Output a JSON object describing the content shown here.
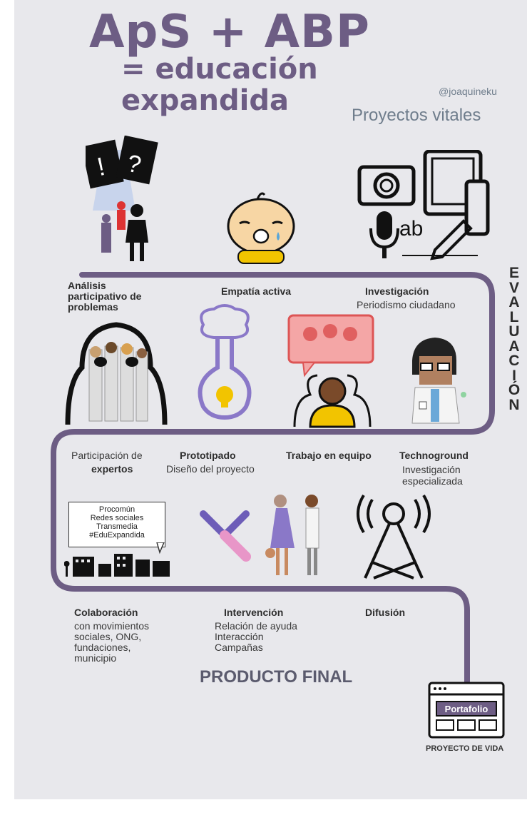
{
  "header": {
    "title_line1": "ApS + ABP",
    "title_line2": "= educación",
    "title_line3": "expandida",
    "author": "@joaquineku",
    "subtitle": "Proyectos vitales"
  },
  "evaluation_letters": [
    "E",
    "V",
    "A",
    "L",
    "U",
    "A",
    "C",
    "I",
    "Ó",
    "N"
  ],
  "row1": {
    "analisis": "Análisis participativo de problemas",
    "empatia": "Empatía activa",
    "investigacion": "Investigación",
    "investigacion_sub": "Periodismo ciudadano"
  },
  "row2": {
    "participacion_pre": "Participación de",
    "participacion_bold": "expertos",
    "prototipado": "Prototipado",
    "prototipado_sub": "Diseño del proyecto",
    "trabajo": "Trabajo en equipo",
    "techno": "Technoground",
    "techno_sub1": "Investigación",
    "techno_sub2": "especializada"
  },
  "bubble": {
    "line1": "Procomún",
    "line2": "Redes sociales",
    "line3": "Transmedia",
    "line4": "#EduExpandida"
  },
  "row3": {
    "colaboracion": "Colaboración",
    "colaboracion_sub1": "con movimientos",
    "colaboracion_sub2": "sociales, ONG,",
    "colaboracion_sub3": "fundaciones,",
    "colaboracion_sub4": "municipio",
    "intervencion": "Intervención",
    "intervencion_sub1": "Relación de ayuda",
    "intervencion_sub2": "Interacción",
    "intervencion_sub3": "Campañas",
    "difusion": "Difusión"
  },
  "footer": {
    "producto_final": "PRODUCTO FINAL",
    "portafolio": "Portafolio",
    "proyecto_vida": "PROYECTO DE VIDA"
  },
  "colors": {
    "accent": "#6d5d84",
    "background": "#e8e8ec",
    "subtitle": "#6f7d8c"
  }
}
